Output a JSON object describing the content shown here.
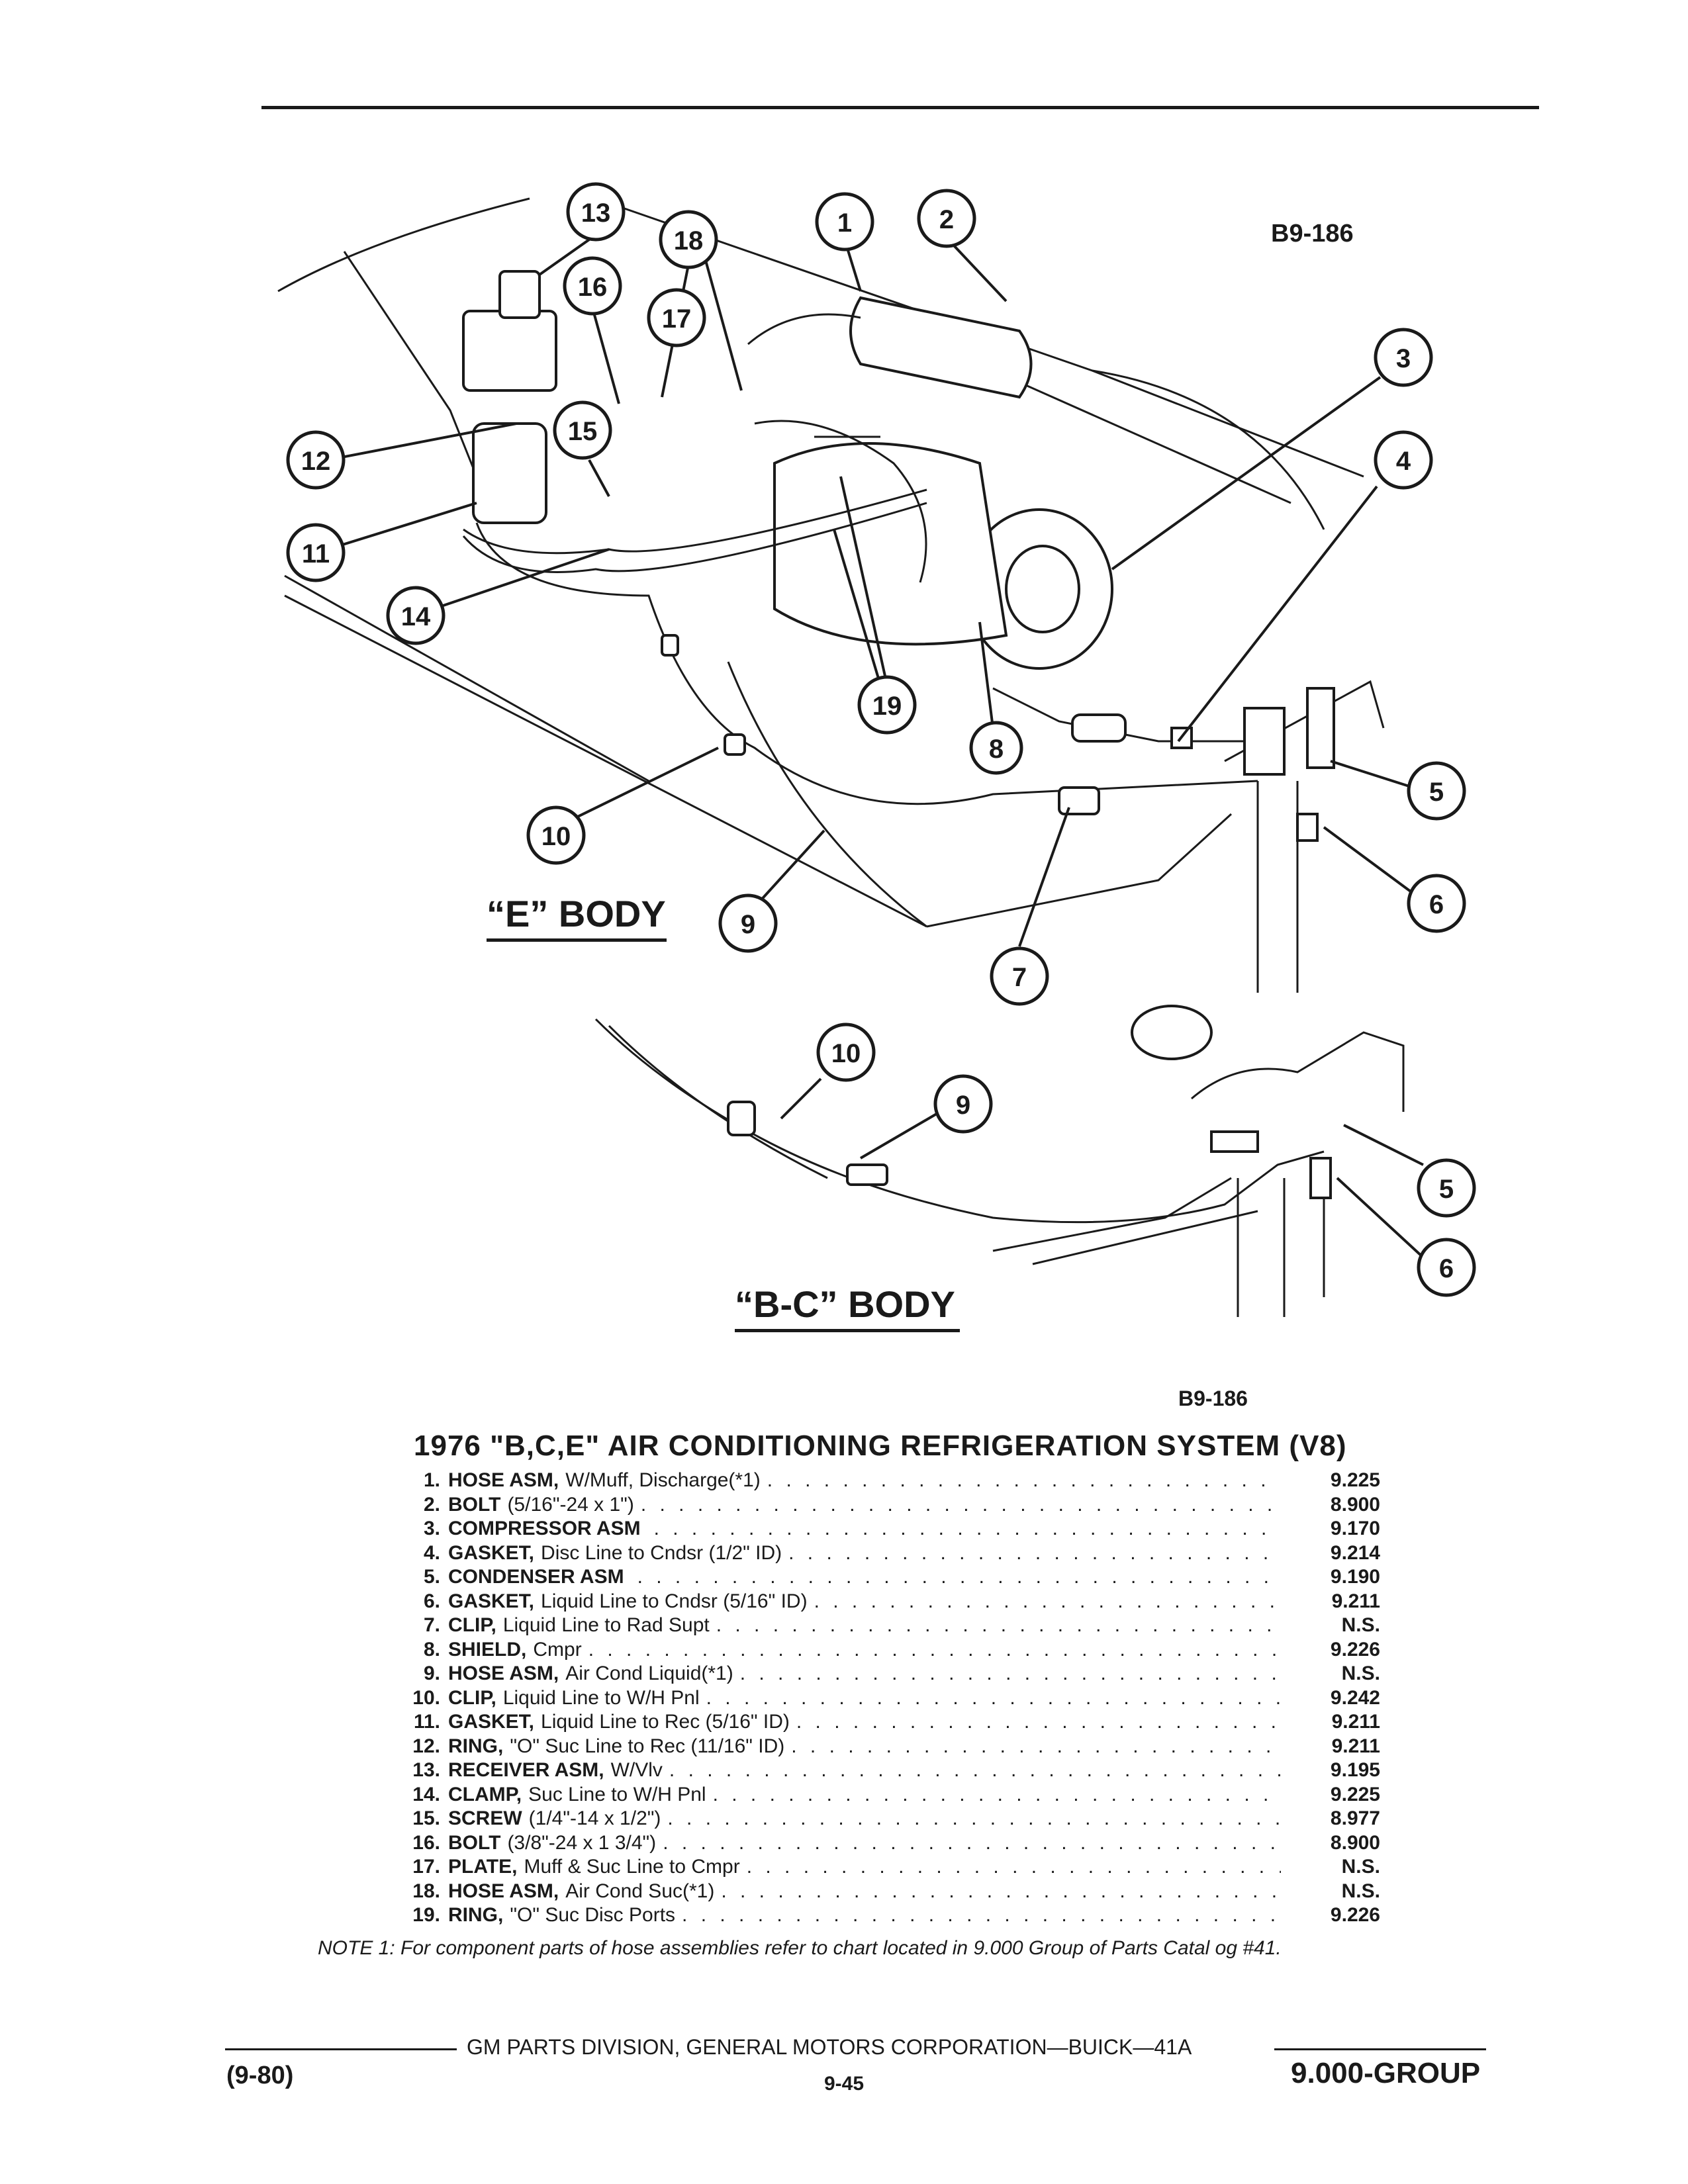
{
  "figure": {
    "code_top": "B9-186",
    "code_bottom": "B9-186",
    "e_body_label": "“E” BODY",
    "bc_body_label": "“B-C” BODY",
    "callouts": [
      "13",
      "16",
      "18",
      "17",
      "1",
      "2",
      "3",
      "4",
      "12",
      "15",
      "11",
      "14",
      "19",
      "8",
      "5",
      "6",
      "10",
      "9",
      "7"
    ]
  },
  "title": "1976 \"B,C,E\" AIR CONDITIONING REFRIGERATION SYSTEM (V8)",
  "parts": [
    {
      "num": "1.",
      "name": "HOSE ASM,",
      "desc": "W/Muff, Discharge(*1)",
      "group": "9.225"
    },
    {
      "num": "2.",
      "name": "BOLT",
      "desc": "(5/16\"-24 x 1\")",
      "group": "8.900"
    },
    {
      "num": "3.",
      "name": "COMPRESSOR ASM",
      "desc": "",
      "group": "9.170"
    },
    {
      "num": "4.",
      "name": "GASKET,",
      "desc": "Disc Line to Cndsr (1/2\" ID)",
      "group": "9.214"
    },
    {
      "num": "5.",
      "name": "CONDENSER ASM",
      "desc": "",
      "group": "9.190"
    },
    {
      "num": "6.",
      "name": "GASKET,",
      "desc": "Liquid Line to Cndsr (5/16\" ID)",
      "group": "9.211"
    },
    {
      "num": "7.",
      "name": "CLIP,",
      "desc": "Liquid Line to Rad Supt",
      "group": "N.S."
    },
    {
      "num": "8.",
      "name": "SHIELD,",
      "desc": "Cmpr",
      "group": "9.226"
    },
    {
      "num": "9.",
      "name": "HOSE ASM,",
      "desc": "Air Cond Liquid(*1)",
      "group": "N.S."
    },
    {
      "num": "10.",
      "name": "CLIP,",
      "desc": "Liquid Line to W/H Pnl",
      "group": "9.242"
    },
    {
      "num": "11.",
      "name": "GASKET,",
      "desc": "Liquid Line to Rec (5/16\" ID)",
      "group": "9.211"
    },
    {
      "num": "12.",
      "name": "RING,",
      "desc": "\"O\" Suc Line to Rec (11/16\" ID)",
      "group": "9.211"
    },
    {
      "num": "13.",
      "name": "RECEIVER ASM,",
      "desc": "W/Vlv",
      "group": "9.195"
    },
    {
      "num": "14.",
      "name": "CLAMP,",
      "desc": "Suc Line to W/H Pnl",
      "group": "9.225"
    },
    {
      "num": "15.",
      "name": "SCREW",
      "desc": "(1/4\"-14 x 1/2\")",
      "group": "8.977"
    },
    {
      "num": "16.",
      "name": "BOLT",
      "desc": "(3/8\"-24 x 1 3/4\")",
      "group": "8.900"
    },
    {
      "num": "17.",
      "name": "PLATE,",
      "desc": "Muff & Suc Line to Cmpr",
      "group": "N.S."
    },
    {
      "num": "18.",
      "name": "HOSE ASM,",
      "desc": "Air Cond Suc(*1)",
      "group": "N.S."
    },
    {
      "num": "19.",
      "name": "RING,",
      "desc": "\"O\" Suc Disc Ports",
      "group": "9.226"
    }
  ],
  "note": "NOTE 1: For component parts of hose assemblies refer to chart located in 9.000 Group of Parts Catal og #41.",
  "footer": {
    "division": "GM PARTS DIVISION, GENERAL MOTORS CORPORATION—BUICK—41A",
    "date_code": "(9-80)",
    "page": "9-45",
    "group": "9.000-GROUP"
  }
}
